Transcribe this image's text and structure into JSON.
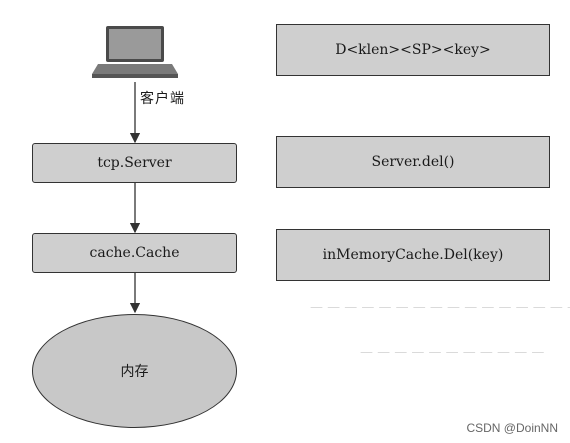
{
  "client": {
    "label": "客户端",
    "icon": "laptop-icon"
  },
  "left_flow": [
    {
      "label": "tcp.Server"
    },
    {
      "label": "cache.Cache"
    }
  ],
  "memory": {
    "label": "内存"
  },
  "right_boxes": [
    {
      "label": "D<klen><SP><key>"
    },
    {
      "label": "Server.del()"
    },
    {
      "label": "inMemoryCache.Del(key)"
    }
  ],
  "watermark": "CSDN @DoinNN"
}
